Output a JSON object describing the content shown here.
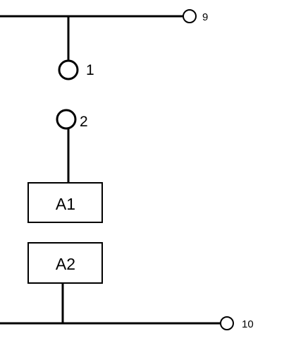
{
  "diagram": {
    "terminals": {
      "top": "9",
      "bottom": "10"
    },
    "contacts": {
      "upper": "1",
      "lower": "2"
    },
    "blocks": {
      "upper": "A1",
      "lower": "A2"
    }
  },
  "colors": {
    "line": "#000000",
    "background": "#ffffff"
  }
}
